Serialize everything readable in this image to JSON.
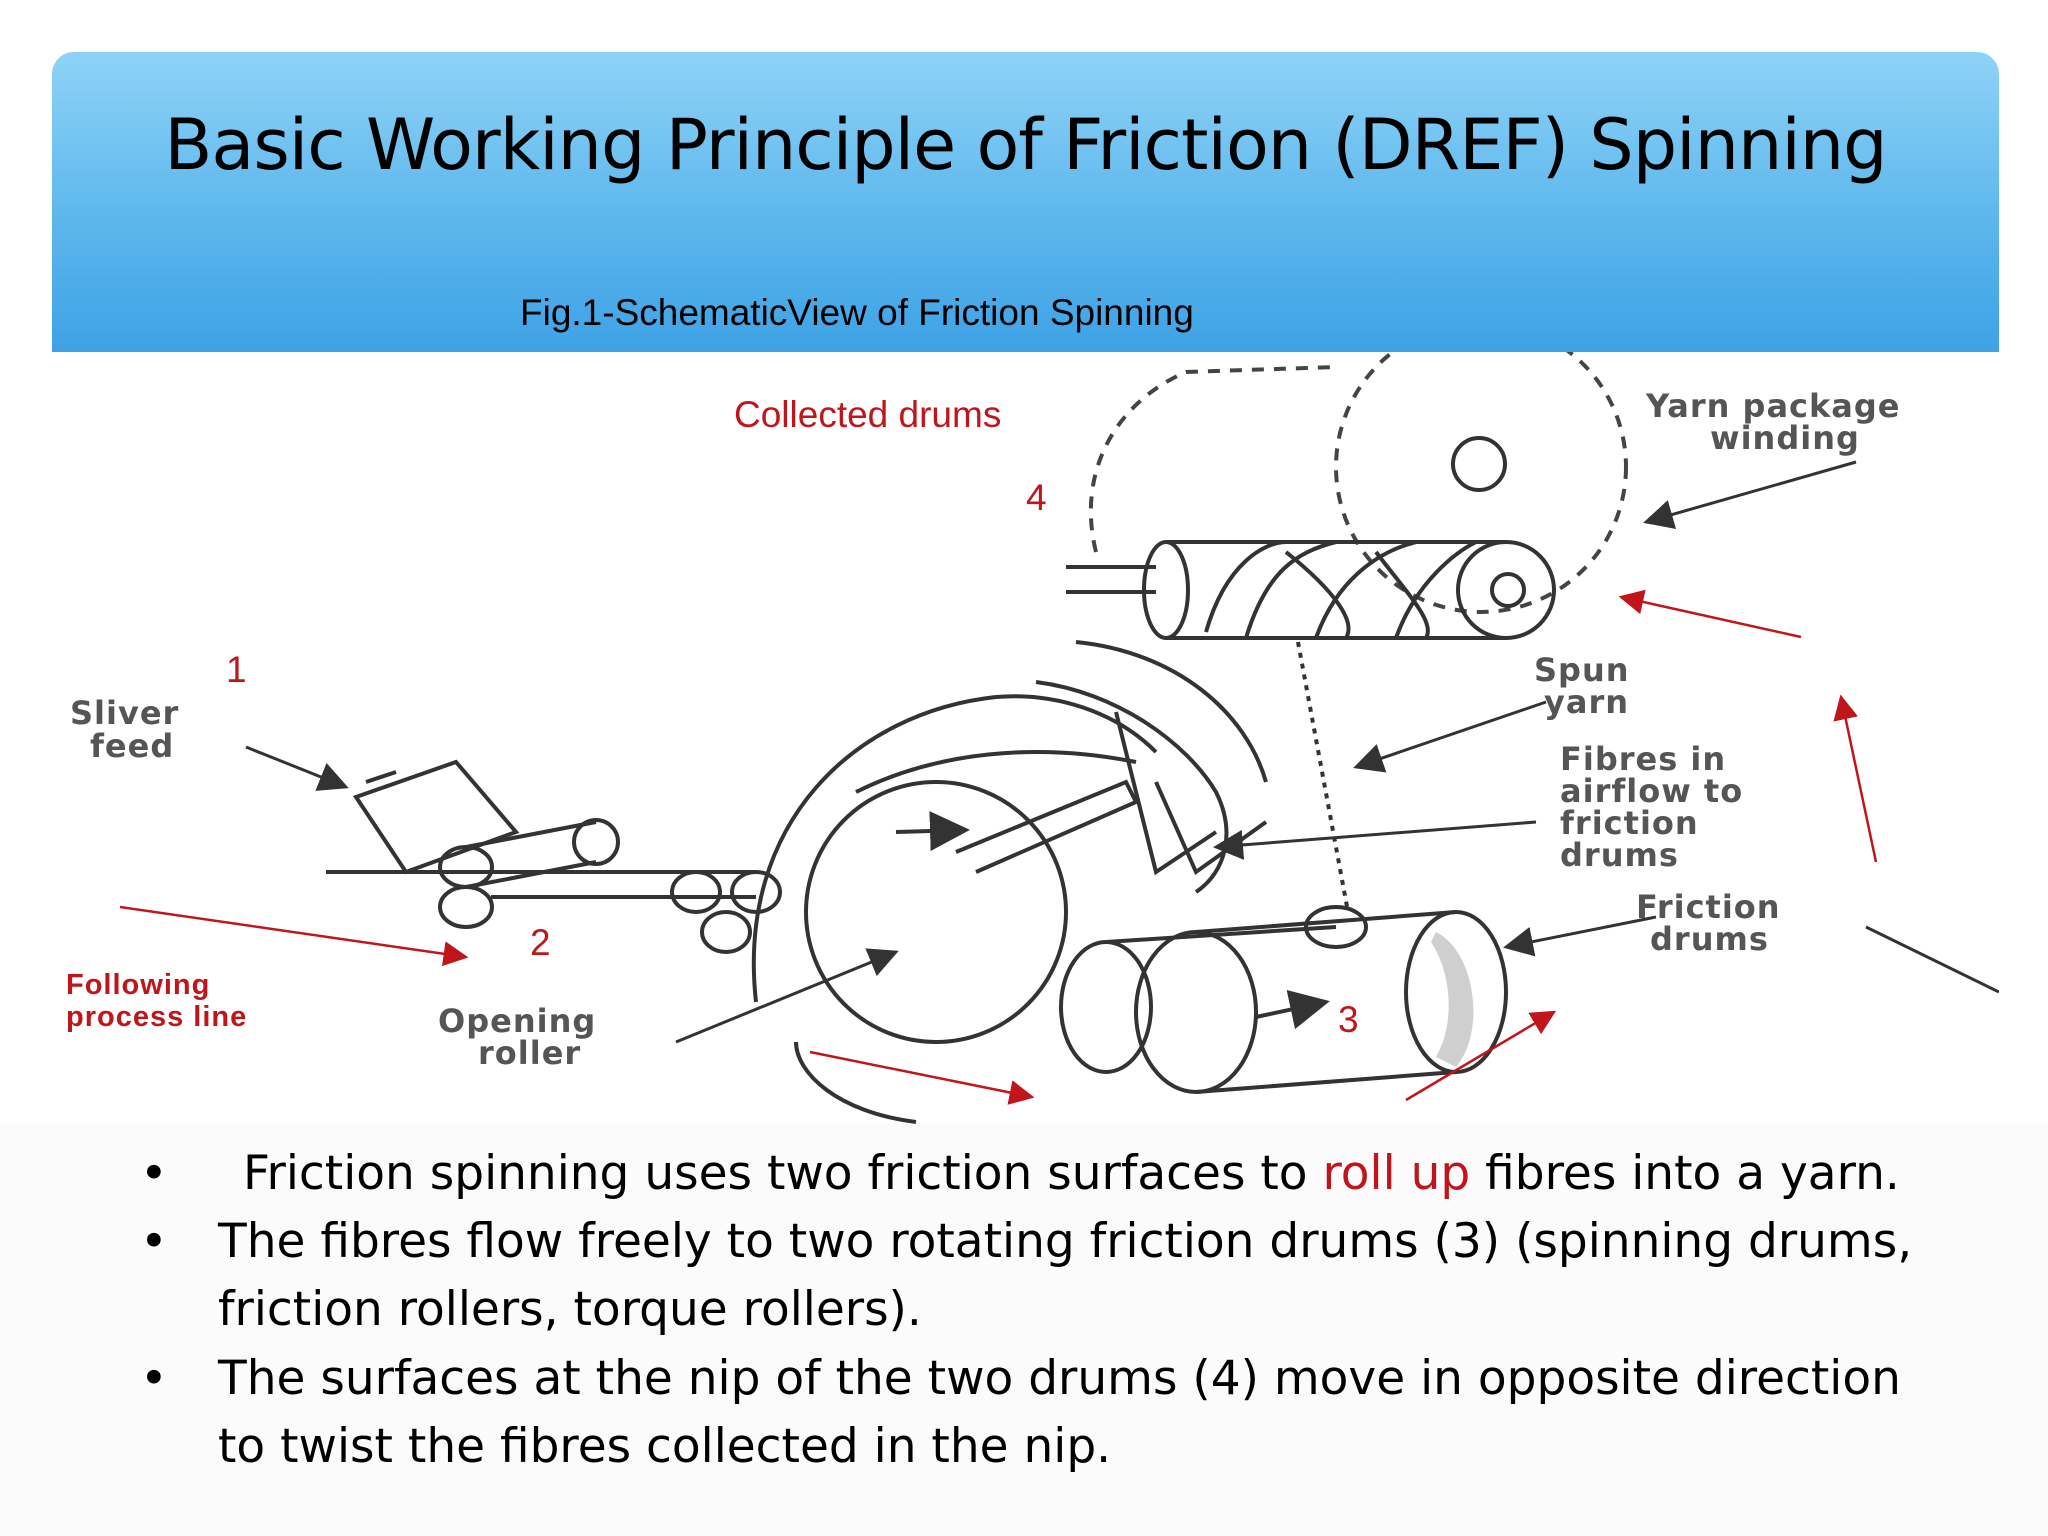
{
  "slide": {
    "title": "Basic Working Principle of Friction (DREF) Spinning",
    "figure_caption": "Fig.1-SchematicView of Friction Spinning"
  },
  "diagram": {
    "red_labels": {
      "collected_drums": "Collected drums",
      "n1": "1",
      "n2": "2",
      "n3": "3",
      "n4": "4"
    },
    "component_labels": {
      "yarn_package": [
        "Yarn package",
        "winding"
      ],
      "spun_yarn": [
        "Spun",
        "yarn"
      ],
      "fibres_in_airflow": [
        "Fibres in",
        "airflow to",
        "friction",
        "drums"
      ],
      "friction_drums": [
        "Friction",
        "drums"
      ],
      "sliver_feed": [
        "Sliver",
        "feed"
      ],
      "opening_roller": [
        "Opening",
        "roller"
      ],
      "following_process": [
        "Following",
        "process line"
      ]
    },
    "colors": {
      "annotation_red": "#c0151a",
      "line_art": "#333333"
    }
  },
  "bullets": [
    {
      "symbol": "•",
      "before": " Friction spinning uses two friction surfaces to ",
      "highlight": "roll up",
      "after": " fibres into a yarn."
    },
    {
      "symbol": "•",
      "text": "The fibres flow freely to two rotating friction drums (3) (spinning drums, friction rollers, torque rollers)."
    },
    {
      "symbol": "•",
      "text": "The surfaces at the nip of the two drums (4) move in opposite direction to twist the fibres collected in the nip."
    }
  ]
}
